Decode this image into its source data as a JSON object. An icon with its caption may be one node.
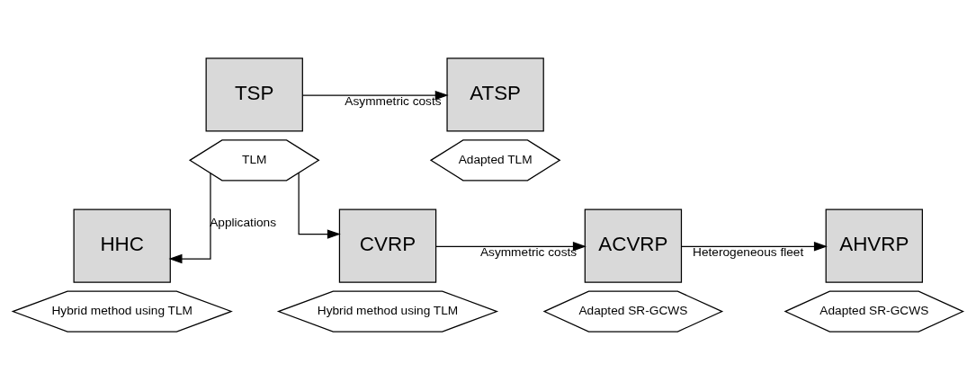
{
  "diagram": {
    "nodes": [
      {
        "text": [
          "TSP"
        ]
      },
      {
        "text": [
          "TLM"
        ]
      },
      {
        "text": [
          "ATSP"
        ]
      },
      {
        "text": [
          "Adapted TLM"
        ]
      },
      {
        "text": [
          "HHC"
        ]
      },
      {
        "text": [
          "Hybrid method using TLM"
        ]
      },
      {
        "text": [
          "CVRP"
        ]
      },
      {
        "text": [
          "Hybrid method using TLM"
        ]
      },
      {
        "text": [
          "ACVRP"
        ]
      },
      {
        "text": [
          "Adapted SR-GCWS"
        ]
      },
      {
        "text": [
          "AHVRP"
        ]
      },
      {
        "text": [
          "Adapted SR-GCWS"
        ]
      }
    ],
    "edges": [
      {
        "from": 0,
        "to": 2,
        "arrow": "to",
        "label": "Asymmetric costs"
      },
      {
        "from": 1,
        "to": 4,
        "arrow": "to",
        "label": "Applications"
      },
      {
        "from": 1,
        "to": 6,
        "arrow": "to"
      },
      {
        "from": 6,
        "to": 8,
        "arrow": "to",
        "label": "Asymmetric costs"
      },
      {
        "from": 8,
        "to": 10,
        "arrow": "to",
        "label": "Heterogeneous fleet"
      }
    ]
  }
}
